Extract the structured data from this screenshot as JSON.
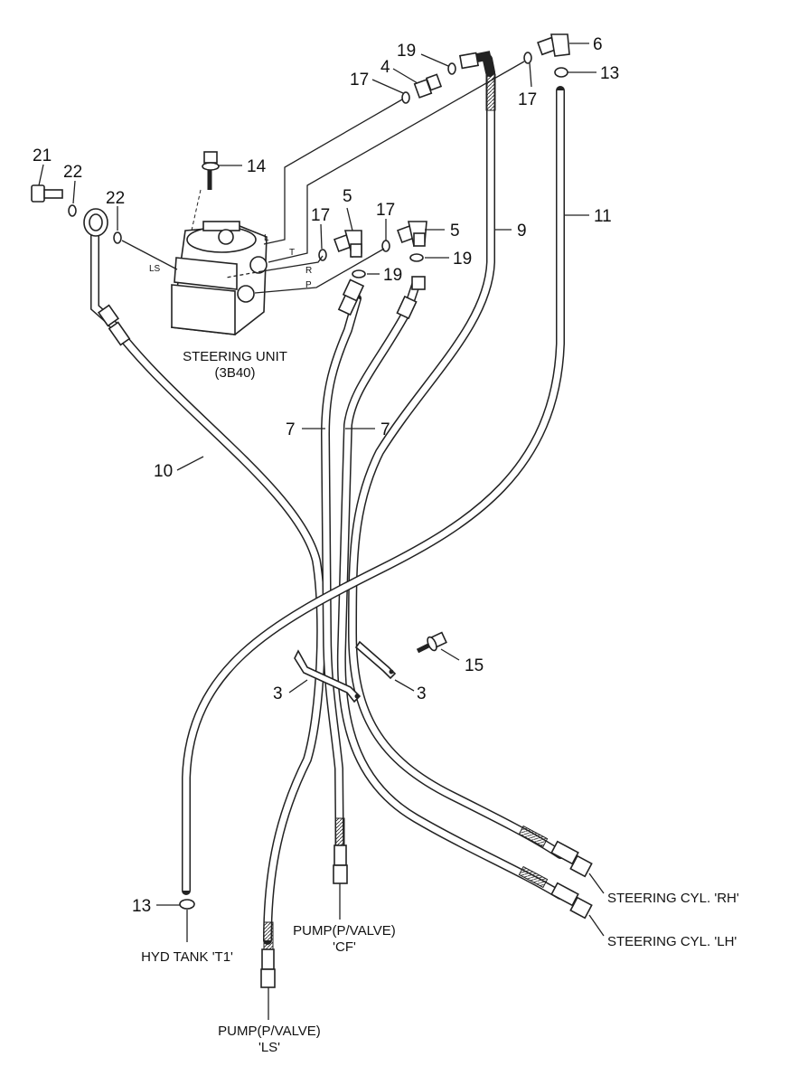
{
  "callouts": {
    "n3a": "3",
    "n3b": "3",
    "n4": "4",
    "n5a": "5",
    "n5b": "5",
    "n6": "6",
    "n7a": "7",
    "n7b": "7",
    "n9": "9",
    "n10": "10",
    "n11": "11",
    "n13a": "13",
    "n13b": "13",
    "n14": "14",
    "n15": "15",
    "n17a": "17",
    "n17b": "17",
    "n17c": "17",
    "n17d": "17",
    "n19a": "19",
    "n19b": "19",
    "n19c": "19",
    "n21": "21",
    "n22a": "22",
    "n22b": "22"
  },
  "ports": {
    "L": "L",
    "T": "T",
    "R": "R",
    "P": "P",
    "LS": "LS"
  },
  "labels": {
    "steering_unit_1": "STEERING UNIT",
    "steering_unit_2": "(3B40)",
    "cyl_rh": "STEERING CYL. 'RH'",
    "cyl_lh": "STEERING CYL. 'LH'",
    "hyd_tank": "HYD TANK 'T1'",
    "pump_cf_1": "PUMP(P/VALVE)",
    "pump_cf_2": "'CF'",
    "pump_ls_1": "PUMP(P/VALVE)",
    "pump_ls_2": "'LS'"
  }
}
